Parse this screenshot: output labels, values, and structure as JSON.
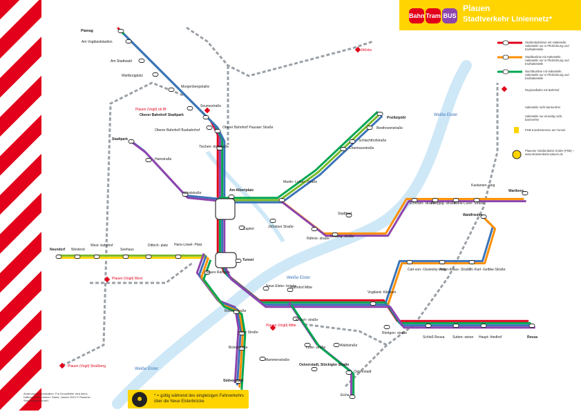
{
  "header": {
    "logos": [
      "Bahn",
      "Tram",
      "BUS"
    ],
    "title": "Plauen",
    "subtitle": "Stadtverkehr Liniennetz*"
  },
  "colors": {
    "line1": "#8e44ad",
    "line2": "#e2001a",
    "line3": "#00a651",
    "line4": "#7ab929",
    "line5": "#3b73b9",
    "line6": "#ff8f00",
    "water": "#cfe8f7",
    "rail": "#9aa0a6",
    "stripe": "#e2001a",
    "highlight": "#ffd400"
  },
  "stations": [
    {
      "id": "plamag",
      "label": "Plamag"
    },
    {
      "id": "vogtlandstadion",
      "label": "Am Vogtlandstadion"
    },
    {
      "id": "stadtwald",
      "label": "Am Stadtwald"
    },
    {
      "id": "wartburgplatz",
      "label": "Wartburgplatz"
    },
    {
      "id": "morgenberg",
      "label": "Morgenbergstraße"
    },
    {
      "id": "seume",
      "label": "Seumestraße"
    },
    {
      "id": "plauen_ob",
      "label": "Plauen (Vogtl) ob Bf"
    },
    {
      "id": "oberer_bf_stadtpark",
      "label": "Oberer Bahnhof/ Stadtpark"
    },
    {
      "id": "oberer_bf_bus",
      "label": "Oberer Bahnhof/ Busbahnhof"
    },
    {
      "id": "oberer_bf_pausaer",
      "label": "Oberer Bahnhof/ Pausaer Straße"
    },
    {
      "id": "tischendorf",
      "label": "Tischen- dorfstraße"
    },
    {
      "id": "stadtpark",
      "label": "Stadtpark"
    },
    {
      "id": "hainstr",
      "label": "Hainstraße"
    },
    {
      "id": "weststr",
      "label": "Weststraße"
    },
    {
      "id": "albertplatz",
      "label": "Am Albertplatz"
    },
    {
      "id": "capitol",
      "label": "Capitol"
    },
    {
      "id": "joessnitzer",
      "label": "Jößnitzer Straße"
    },
    {
      "id": "luther",
      "label": "Martin- Luther- Straße"
    },
    {
      "id": "preisselpoehl",
      "label": "Preißelpöhl"
    },
    {
      "id": "beethoven",
      "label": "Beethovenstraße"
    },
    {
      "id": "schlachthof",
      "label": "Schlachthofstraße"
    },
    {
      "id": "chamisso",
      "label": "Chamissostraße"
    },
    {
      "id": "stadtbad",
      "label": "Stadtbad"
    },
    {
      "id": "raehnis",
      "label": "Rähnis- straße"
    },
    {
      "id": "lessing",
      "label": "Lessing- straße"
    },
    {
      "id": "schroeder",
      "label": "Schröder- straße"
    },
    {
      "id": "poeppig",
      "label": "Poeppig- straße"
    },
    {
      "id": "mariecurie",
      "label": "Marie-Curie- Straße"
    },
    {
      "id": "kastanienweg",
      "label": "Kastanien- weg"
    },
    {
      "id": "wartberg",
      "label": "Wartberg"
    },
    {
      "id": "waldfrieden",
      "label": "Waldfrieden"
    },
    {
      "id": "neundorf",
      "label": "Neundorf"
    },
    {
      "id": "westend",
      "label": "Westend"
    },
    {
      "id": "westbahnhof",
      "label": "West- bahnhof"
    },
    {
      "id": "seehaus",
      "label": "Seehaus"
    },
    {
      "id": "dittrichplatz",
      "label": "Dittrich- platz"
    },
    {
      "id": "hansloewel",
      "label": "Hans-Löwel- Platz"
    },
    {
      "id": "tunnel",
      "label": "Tunnel"
    },
    {
      "id": "neues_rathaus",
      "label": "Neues Rathaus"
    },
    {
      "id": "plauen_west",
      "label": "Plauen (Vogtl) West"
    },
    {
      "id": "neue_elster",
      "label": "Neue Elster- brücke"
    },
    {
      "id": "bahnhof_mitte",
      "label": "Bahnhof Mitte"
    },
    {
      "id": "plauen_mitte",
      "label": "Plauen (Vogtl) Mitte"
    },
    {
      "id": "koelsch",
      "label": "Kölsch- straße"
    },
    {
      "id": "ossietzky",
      "label": "Carl-von- Ossietzky-Weg"
    },
    {
      "id": "antonkraus",
      "label": "Anton-Kraus- Straße"
    },
    {
      "id": "karlgelbke",
      "label": "Dr.-Karl- Gelbke-Straße"
    },
    {
      "id": "vogtland_klinikum",
      "label": "Vogtland- Klinikum"
    },
    {
      "id": "roentgen",
      "label": "Röntgen- straße"
    },
    {
      "id": "schloss_reusa",
      "label": "Schloß Reusa"
    },
    {
      "id": "suttenwiese",
      "label": "Sutten- wiese"
    },
    {
      "id": "hauptfriedhof",
      "label": "Haupt- friedhof"
    },
    {
      "id": "reusa",
      "label": "Reusa"
    },
    {
      "id": "boelteu",
      "label": "Bölteu- straße"
    },
    {
      "id": "hofer",
      "label": "Hofer Straße"
    },
    {
      "id": "bickel",
      "label": "Bickelstraße"
    },
    {
      "id": "mammen",
      "label": "Mammenstraße"
    },
    {
      "id": "lutherstr",
      "label": "Lotte- straße"
    },
    {
      "id": "waldstr",
      "label": "Waldstraße"
    },
    {
      "id": "ostvorstadt_stoeckig",
      "label": "Ostvorstadt, Stöckigter Straße"
    },
    {
      "id": "ostvorstadt",
      "label": "Ostvorstadt"
    },
    {
      "id": "suedvorstadt",
      "label": "Südvorstadt"
    },
    {
      "id": "eiche",
      "label": "Eiche"
    },
    {
      "id": "joeditz",
      "label": "Jößnitz"
    },
    {
      "id": "plauen_strassberg",
      "label": "Plauen (Vogtl) Straßberg"
    },
    {
      "id": "weisse_elster_1",
      "label": "Weiße Elster"
    },
    {
      "id": "weisse_elster_2",
      "label": "Weiße Elster"
    },
    {
      "id": "weisse_elster_3",
      "label": "Weiße Elster"
    }
  ],
  "legend": [
    "Straßenbahnlinie mit Haltestelle, Haltestelle nur in Pfeilrichtung und Endhaltestelle",
    "Stadtbuslinie mit Haltestelle, Haltestelle nur in Pfeilrichtung und Endhaltestelle",
    "Nachtbuslinie mit Haltestelle, Haltestelle nur in Pfeilrichtung und Endhaltestelle",
    "Regionalbahn mit Bahnhof",
    "Haltestelle nicht barrierefrei",
    "Haltestelle nur einseitig nicht barrierefrei",
    "PSB-Kundenservice am Tunnel",
    "Plauener Straßenbahn GmbH (PSB) – www.strassenbahn-plauen.de"
  ],
  "footer_note": "Änderungen vorbehalten. Für Druckfehler wird keine Haftung übernommen. Stand: Januar 2024 © Plauener Straßenbahn GmbH",
  "notice": "* = gültig während des eingleisigen Fahrverkehrs über die Neue Elsterbrücke"
}
